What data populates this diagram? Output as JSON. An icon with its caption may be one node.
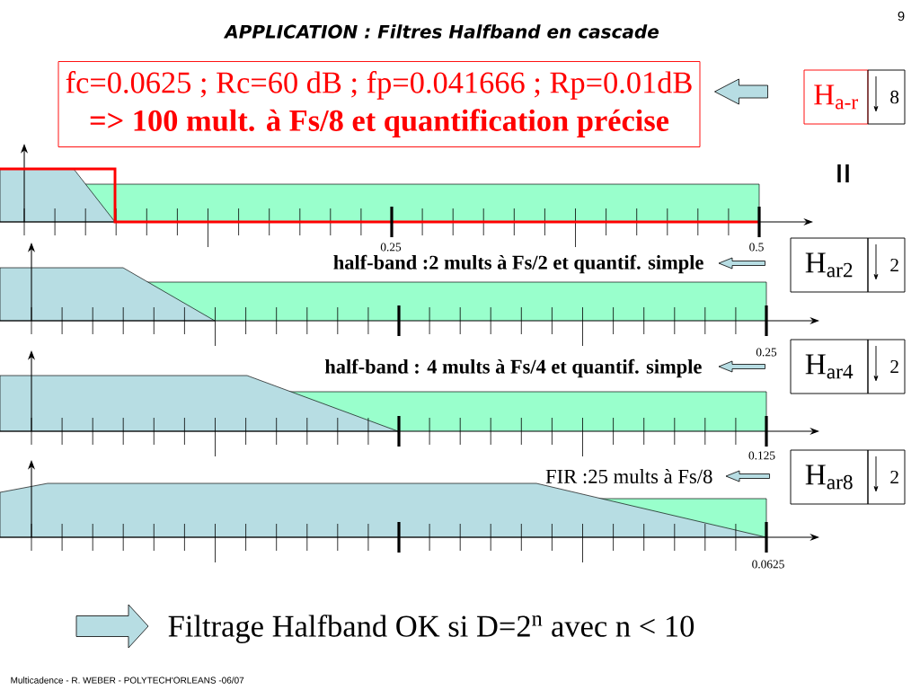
{
  "diagram": {
    "title": "APPLICATION : Filtres Halfband en cascade",
    "nodes": [
      {
        "text": [
          "fc=0.0625 ; Rc=60 dB ; fp=0.041666 ; Rp=0.01dB",
          "=> 100 mult. à Fs/8 et quantification précise"
        ]
      },
      {
        "text": [
          "H$_{a-r}$"
        ]
      },
      {
        "text": [
          "8"
        ]
      },
      {
        "text": [
          "half-band :2 mults à Fs/2 et quantif. simple"
        ]
      },
      {
        "text": [
          "H$_{ar2}$"
        ]
      },
      {
        "text": [
          "2"
        ]
      },
      {
        "text": [
          "half-band : 4 mults à Fs/4 et quantif. simple"
        ]
      },
      {
        "text": [
          "H$_{ar4}$"
        ]
      },
      {
        "text": [
          "2"
        ]
      },
      {
        "text": [
          "FIR :25 mults à Fs/8"
        ]
      },
      {
        "text": [
          "H$_{ar8}$"
        ]
      },
      {
        "text": [
          "2"
        ]
      },
      {
        "text": [
          "Filtrage Halfband OK si D=2$^{n}$ avec n < 10"
        ]
      }
    ],
    "edges": [
      {
        "from": 1,
        "to": 0,
        "arrow": "to"
      },
      {
        "from": 4,
        "to": 3,
        "arrow": "to"
      },
      {
        "from": 7,
        "to": 6,
        "arrow": "to"
      },
      {
        "from": 10,
        "to": 9,
        "arrow": "to"
      },
      {
        "from": null,
        "to": 12,
        "arrow": "to"
      }
    ],
    "labels": [
      "9",
      "0.25",
      "0.5",
      "0.25",
      "0.125",
      "0.0625",
      "Multicadence - R. WEBER - POLYTECH'ORLEANS -06/07"
    ]
  }
}
